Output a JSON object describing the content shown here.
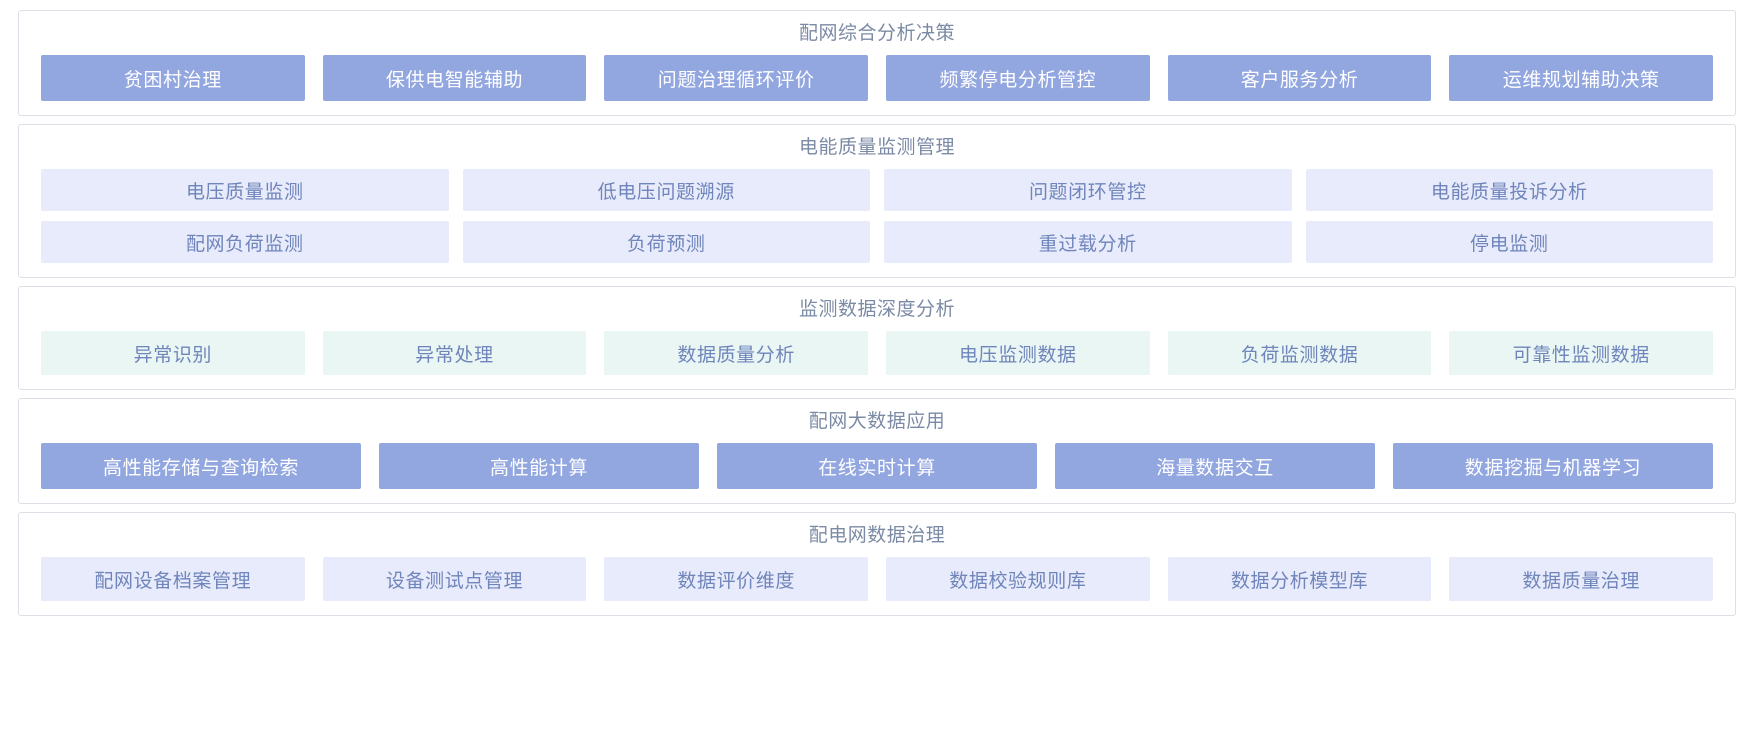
{
  "colors": {
    "primary_button_bg": "#92a6e0",
    "primary_button_text": "#ffffff",
    "lavender_button_bg": "#e8ebfb",
    "mint_button_bg": "#e9f6f4",
    "soft_button_text": "#6f85bb",
    "section_title_text": "#7b8aa5",
    "section_border": "#dcdfe6",
    "page_background": "#ffffff"
  },
  "sections": [
    {
      "id": "peiwang-zonghe-fenxi-juece",
      "title": "配网综合分析决策",
      "style": "primary",
      "rows": [
        {
          "items": [
            {
              "label": "贫困村治理"
            },
            {
              "label": "保供电智能辅助"
            },
            {
              "label": "问题治理循环评价"
            },
            {
              "label": "频繁停电分析管控"
            },
            {
              "label": "客户服务分析"
            },
            {
              "label": "运维规划辅助决策"
            }
          ]
        }
      ]
    },
    {
      "id": "diarneng-zhiliang-jiance-guanli",
      "title": "电能质量监测管理",
      "style": "lavender",
      "rows": [
        {
          "items": [
            {
              "label": "电压质量监测"
            },
            {
              "label": "低电压问题溯源"
            },
            {
              "label": "问题闭环管控"
            },
            {
              "label": "电能质量投诉分析"
            }
          ]
        },
        {
          "items": [
            {
              "label": "配网负荷监测"
            },
            {
              "label": "负荷预测"
            },
            {
              "label": "重过载分析"
            },
            {
              "label": "停电监测"
            }
          ]
        }
      ]
    },
    {
      "id": "jiance-shuju-shendu-fenxi",
      "title": "监测数据深度分析",
      "style": "mint",
      "rows": [
        {
          "items": [
            {
              "label": "异常识别"
            },
            {
              "label": "异常处理"
            },
            {
              "label": "数据质量分析"
            },
            {
              "label": "电压监测数据"
            },
            {
              "label": "负荷监测数据"
            },
            {
              "label": "可靠性监测数据"
            }
          ]
        }
      ]
    },
    {
      "id": "peiwang-dashuju-yingyong",
      "title": "配网大数据应用",
      "style": "primary",
      "rows": [
        {
          "items": [
            {
              "label": "高性能存储与查询检索"
            },
            {
              "label": "高性能计算"
            },
            {
              "label": "在线实时计算"
            },
            {
              "label": "海量数据交互"
            },
            {
              "label": "数据挖掘与机器学习"
            }
          ]
        }
      ]
    },
    {
      "id": "peidianwang-shuju-zhili",
      "title": "配电网数据治理",
      "style": "lavender",
      "rows": [
        {
          "items": [
            {
              "label": "配网设备档案管理"
            },
            {
              "label": "设备测试点管理"
            },
            {
              "label": "数据评价维度"
            },
            {
              "label": "数据校验规则库"
            },
            {
              "label": "数据分析模型库"
            },
            {
              "label": "数据质量治理"
            }
          ]
        }
      ]
    }
  ]
}
